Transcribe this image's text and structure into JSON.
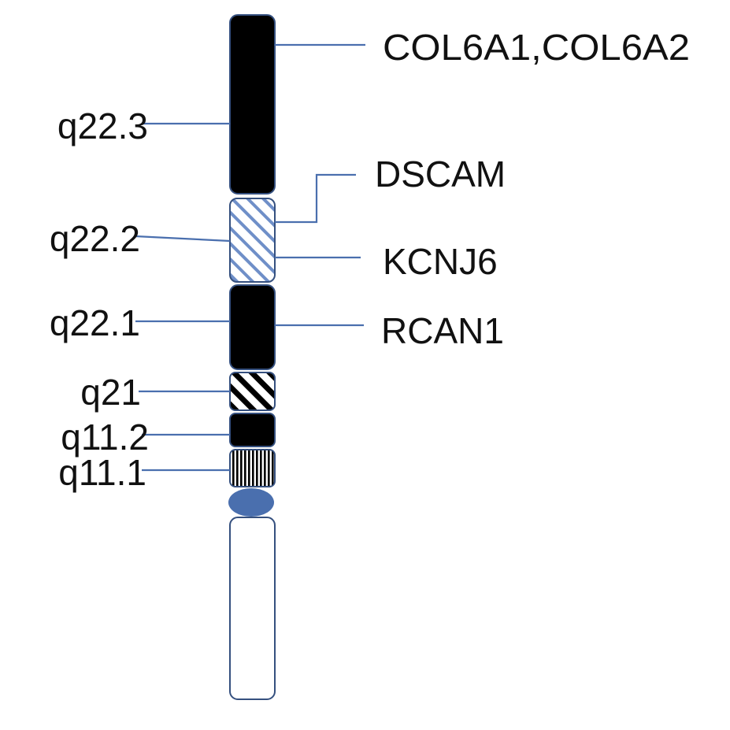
{
  "chromosome": {
    "bands": [
      {
        "name": "q22.3",
        "stain": "solid-black"
      },
      {
        "name": "q22.2",
        "stain": "blue-diagonal-hatch"
      },
      {
        "name": "q22.1",
        "stain": "solid-black"
      },
      {
        "name": "q21",
        "stain": "black-diagonal-hatch"
      },
      {
        "name": "q11.2",
        "stain": "solid-black"
      },
      {
        "name": "q11.1",
        "stain": "vertical-stripes"
      }
    ],
    "centromere": {
      "color": "#4a6fae"
    },
    "short_arm": {
      "fill": "#ffffff"
    }
  },
  "band_labels": {
    "q22_3": "q22.3",
    "q22_2": "q22.2",
    "q22_1": "q22.1",
    "q21": "q21",
    "q11_2": "q11.2",
    "q11_1": "q11.1"
  },
  "gene_labels": {
    "col6": "COL6A1,COL6A2",
    "dscam": "DSCAM",
    "kcnj6": "KCNJ6",
    "rcan1": "RCAN1"
  },
  "colors": {
    "leader_line": "#4a6fae",
    "band_dark": "#000000",
    "hatch_light": "#6f8fc8",
    "outline": "#35507f"
  }
}
